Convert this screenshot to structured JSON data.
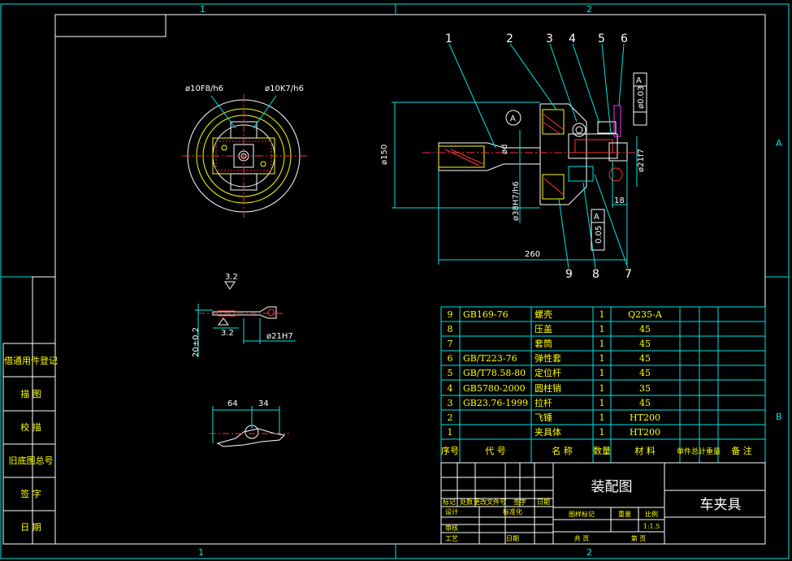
{
  "border": {
    "zone_top_1": "1",
    "zone_top_2": "2",
    "zone_bottom_1": "1",
    "zone_bottom_2": "2",
    "zone_right_a": "A",
    "zone_right_b": "B"
  },
  "side_column": {
    "cells": [
      "借通用件登记",
      "描  图",
      "校  描",
      "旧底图总号",
      "签  字",
      "日  期"
    ]
  },
  "drawing": {
    "balloons": [
      "1",
      "2",
      "3",
      "4",
      "5",
      "6",
      "9",
      "8",
      "7"
    ],
    "dims": {
      "fit_left": "ø10F8/h6",
      "fit_right": "ø10K7/h6",
      "dia_150": "ø150",
      "fit_38": "ø38H7/h6",
      "dia_d": "ød",
      "dia_21": "ø21f7",
      "len_260": "260",
      "len_18": "18",
      "tol_005": "0.05",
      "tol_003": "ø0.03",
      "datum": "A",
      "rough_top": "3.2",
      "rough_bot": "3.2",
      "height_20": "20±0.2",
      "dia_21h7": "ø21H7",
      "len_64": "64",
      "len_34": "34"
    }
  },
  "bom": {
    "headers": [
      "序号",
      "代  号",
      "名  称",
      "数量",
      "材  料",
      "单件总计重量",
      "备  注"
    ],
    "rows": [
      {
        "no": "9",
        "code": "GB169-76",
        "name": "螺壳",
        "qty": "1",
        "material": "Q235-A"
      },
      {
        "no": "8",
        "code": "",
        "name": "压盖",
        "qty": "1",
        "material": "45"
      },
      {
        "no": "7",
        "code": "",
        "name": "套筒",
        "qty": "1",
        "material": "45"
      },
      {
        "no": "6",
        "code": "GB/T223-76",
        "name": "弹性套",
        "qty": "1",
        "material": "45"
      },
      {
        "no": "5",
        "code": "GB/T78.58-80",
        "name": "定位杆",
        "qty": "1",
        "material": "45"
      },
      {
        "no": "4",
        "code": "GB5780-2000",
        "name": "圆柱销",
        "qty": "1",
        "material": "35"
      },
      {
        "no": "3",
        "code": "GB23.76-1999",
        "name": "拉杆",
        "qty": "1",
        "material": "45"
      },
      {
        "no": "2",
        "code": "",
        "name": "飞锤",
        "qty": "1",
        "material": "HT200"
      },
      {
        "no": "1",
        "code": "",
        "name": "夹具体",
        "qty": "1",
        "material": "HT200"
      }
    ]
  },
  "title_block": {
    "drawing_type": "装配图",
    "part_name": "车夹具",
    "rev_labels": [
      "标记",
      "处数",
      "更改文件号",
      "签字",
      "日期"
    ],
    "design": "设计",
    "standardize": "标准化",
    "review": "审核",
    "process": "工艺",
    "date": "日期",
    "stage_mark": "图样标记",
    "weight": "重量",
    "ratio_label": "比例",
    "ratio": "1:1.5",
    "sheets": "共  页",
    "sheet_no": "第  页"
  }
}
